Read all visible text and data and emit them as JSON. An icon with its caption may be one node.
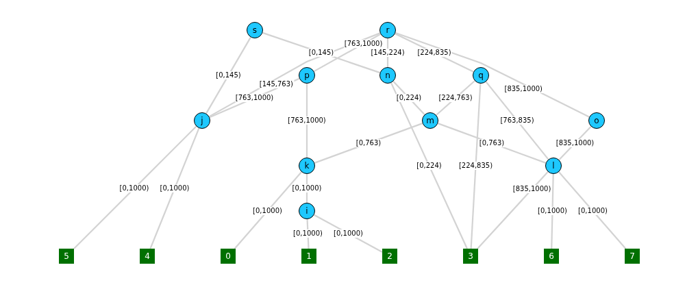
{
  "diagram": {
    "nodes": [
      {
        "text": [
          "s"
        ]
      },
      {
        "text": [
          "r"
        ]
      },
      {
        "text": [
          "p"
        ]
      },
      {
        "text": [
          "n"
        ]
      },
      {
        "text": [
          "q"
        ]
      },
      {
        "text": [
          "j"
        ]
      },
      {
        "text": [
          "m"
        ]
      },
      {
        "text": [
          "o"
        ]
      },
      {
        "text": [
          "k"
        ]
      },
      {
        "text": [
          "l"
        ]
      },
      {
        "text": [
          "i"
        ]
      },
      {
        "text": [
          "5"
        ]
      },
      {
        "text": [
          "4"
        ]
      },
      {
        "text": [
          "0"
        ]
      },
      {
        "text": [
          "1"
        ]
      },
      {
        "text": [
          "2"
        ]
      },
      {
        "text": [
          "3"
        ]
      },
      {
        "text": [
          "6"
        ]
      },
      {
        "text": [
          "7"
        ]
      }
    ],
    "edges": [
      {
        "from": 0,
        "to": 5,
        "arrow": "none",
        "label": "[0,145)"
      },
      {
        "from": 0,
        "to": 3,
        "arrow": "none",
        "label": "[0,145)"
      },
      {
        "from": 1,
        "to": 2,
        "arrow": "none",
        "label": "[763,1000)"
      },
      {
        "from": 1,
        "to": 5,
        "arrow": "none",
        "label": "[145,763)"
      },
      {
        "from": 1,
        "to": 3,
        "arrow": "none",
        "label": "[145,224)"
      },
      {
        "from": 1,
        "to": 4,
        "arrow": "none",
        "label": "[224,835)"
      },
      {
        "from": 1,
        "to": 7,
        "arrow": "none",
        "label": "[835,1000)"
      },
      {
        "from": 2,
        "to": 5,
        "arrow": "none",
        "label": "[763,1000)"
      },
      {
        "from": 2,
        "to": 8,
        "arrow": "none",
        "label": "[763,1000)"
      },
      {
        "from": 3,
        "to": 6,
        "arrow": "none",
        "label": "[0,224)"
      },
      {
        "from": 3,
        "to": 16,
        "arrow": "none",
        "label": "[0,224)"
      },
      {
        "from": 4,
        "to": 6,
        "arrow": "none",
        "label": "[224,763)"
      },
      {
        "from": 4,
        "to": 16,
        "arrow": "none",
        "label": "[224,835)"
      },
      {
        "from": 4,
        "to": 9,
        "arrow": "none",
        "label": "[763,835)"
      },
      {
        "from": 5,
        "to": 11,
        "arrow": "none",
        "label": "[0,1000)"
      },
      {
        "from": 5,
        "to": 12,
        "arrow": "none",
        "label": "[0,1000)"
      },
      {
        "from": 6,
        "to": 8,
        "arrow": "none",
        "label": "[0,763)"
      },
      {
        "from": 6,
        "to": 9,
        "arrow": "none",
        "label": "[0,763)"
      },
      {
        "from": 7,
        "to": 9,
        "arrow": "none",
        "label": "[835,1000)"
      },
      {
        "from": 8,
        "to": 10,
        "arrow": "none",
        "label": "[0,1000)"
      },
      {
        "from": 8,
        "to": 13,
        "arrow": "none",
        "label": "[0,1000)"
      },
      {
        "from": 9,
        "to": 16,
        "arrow": "none",
        "label": "[835,1000)"
      },
      {
        "from": 9,
        "to": 17,
        "arrow": "none",
        "label": "[0,1000)"
      },
      {
        "from": 9,
        "to": 18,
        "arrow": "none",
        "label": "[0,1000)"
      },
      {
        "from": 10,
        "to": 14,
        "arrow": "none",
        "label": "[0,1000)"
      },
      {
        "from": 10,
        "to": 15,
        "arrow": "none",
        "label": "[0,1000)"
      }
    ]
  }
}
